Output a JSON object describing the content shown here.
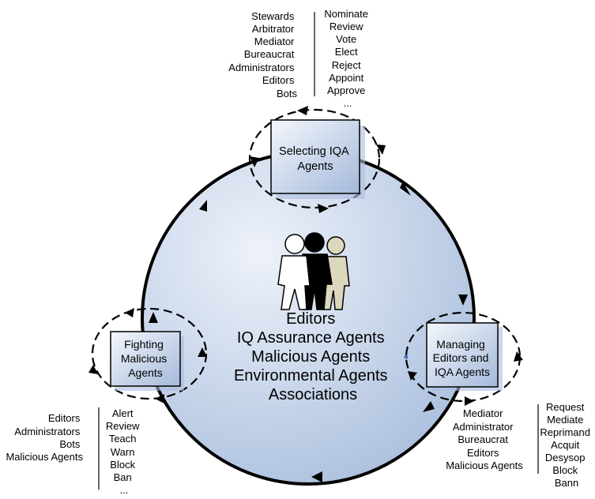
{
  "center": {
    "lines": [
      "Editors",
      "IQ Assurance Agents",
      "Malicious Agents",
      "Environmental Agents",
      "Associations"
    ]
  },
  "boxes": {
    "selecting": {
      "lines": [
        "Selecting IQA",
        "Agents"
      ]
    },
    "managing": {
      "lines": [
        "Managing",
        "Editors and",
        "IQA Agents"
      ]
    },
    "fighting": {
      "lines": [
        "Fighting",
        "Malicious",
        "Agents"
      ]
    }
  },
  "lists": {
    "selecting_roles": [
      "Stewards",
      "Arbitrator",
      "Mediator",
      "Bureaucrat",
      "Administrators",
      "Editors",
      "Bots"
    ],
    "selecting_actions": [
      "Nominate",
      "Review",
      "Vote",
      "Elect",
      "Reject",
      "Appoint",
      "Approve",
      "..."
    ],
    "managing_roles": [
      "Mediator",
      "Administrator",
      "Bureaucrat",
      "Editors",
      "Malicious Agents"
    ],
    "managing_actions": [
      "Request",
      "Mediate",
      "Reprimand",
      "Acquit",
      "Desysop",
      "Block",
      "Bann"
    ],
    "fighting_roles": [
      "Editors",
      "Administrators",
      "Bots",
      "Malicious Agents"
    ],
    "fighting_actions": [
      "Alert",
      "Review",
      "Teach",
      "Warn",
      "Block",
      "Ban",
      "..."
    ]
  },
  "icons": {
    "people": "group-of-people-icon"
  },
  "colors": {
    "circle_light": "#eef2fa",
    "circle_dark": "#a9bedd",
    "box_light": "#f4f7fc",
    "box_dark": "#a4b9da",
    "stroke": "#000000",
    "person_beige": "#dcd8bc"
  }
}
